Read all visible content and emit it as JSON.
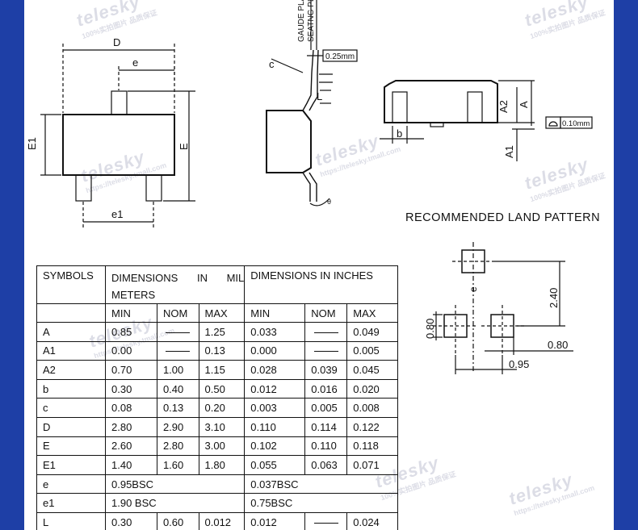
{
  "watermark": {
    "brand": "telesky",
    "sub": "100%实拍图片 品质保证",
    "url": "https://telesky.tmall.com"
  },
  "colors": {
    "border": "#1e3fa6",
    "ink": "#111111",
    "watermark": "#dcdde6"
  },
  "package_drawing": {
    "top_view": {
      "label_D": "D",
      "label_e": "e",
      "label_E1": "E1",
      "label_E": "E",
      "label_e1": "e1"
    },
    "side_view": {
      "label_c": "c",
      "label_L": "L",
      "label_gauge": "0.25mm",
      "label_note_1": "GAUDE PLANE",
      "label_note_2": "SEATNG PLANE",
      "label_angle": "θ"
    },
    "front_view": {
      "label_A2": "A2",
      "label_A": "A",
      "label_b": "b",
      "label_A1": "A1",
      "label_flatness": "0.10mm"
    }
  },
  "land_pattern": {
    "title": "RECOMMENDED LAND PATTERN",
    "label_pitch_v": "2.40",
    "label_pad_h": "0.80",
    "label_pad_w": "0.80",
    "label_pitch_h": "0.95",
    "label_center": "e"
  },
  "table": {
    "header": {
      "symbols": "SYMBOLS",
      "mm_title_1": "DIMENSIONS IN MIL",
      "mm_title_2": "METERS",
      "inch_title": "DIMENSIONS IN INCHES"
    },
    "subheader": {
      "min": "MIN",
      "nom": "NOM",
      "max": "MAX",
      "imin": "MIN",
      "inom": "NOM",
      "imax": "MAX"
    },
    "rows": [
      {
        "sym": "A",
        "min": "0.85",
        "nom": "",
        "max": "1.25",
        "imin": "0.033",
        "inom": "",
        "imax": "0.049"
      },
      {
        "sym": "A1",
        "min": "0.00",
        "nom": "",
        "max": "0.13",
        "imin": "0.000",
        "inom": "",
        "imax": "0.005"
      },
      {
        "sym": "A2",
        "min": "0.70",
        "nom": "1.00",
        "max": "1.15",
        "imin": "0.028",
        "inom": "0.039",
        "imax": "0.045"
      },
      {
        "sym": "b",
        "min": "0.30",
        "nom": "0.40",
        "max": "0.50",
        "imin": "0.012",
        "inom": "0.016",
        "imax": "0.020"
      },
      {
        "sym": "c",
        "min": "0.08",
        "nom": "0.13",
        "max": "0.20",
        "imin": "0.003",
        "inom": "0.005",
        "imax": "0.008"
      },
      {
        "sym": "D",
        "min": "2.80",
        "nom": "2.90",
        "max": "3.10",
        "imin": "0.110",
        "inom": "0.114",
        "imax": "0.122"
      },
      {
        "sym": "E",
        "min": "2.60",
        "nom": "2.80",
        "max": "3.00",
        "imin": "0.102",
        "inom": "0.110",
        "imax": "0.118"
      },
      {
        "sym": "E1",
        "min": "1.40",
        "nom": "1.60",
        "max": "1.80",
        "imin": "0.055",
        "inom": "0.063",
        "imax": "0.071"
      },
      {
        "sym": "e",
        "mm": "0.95BSC",
        "inch": "0.037BSC"
      },
      {
        "sym": "e1",
        "mm": "1.90 BSC",
        "inch": "0.75BSC"
      },
      {
        "sym": "L",
        "min": "0.30",
        "nom": "0.60",
        "max": "0.012",
        "imin": "0.012",
        "inom": "",
        "imax": "0.024"
      }
    ]
  }
}
